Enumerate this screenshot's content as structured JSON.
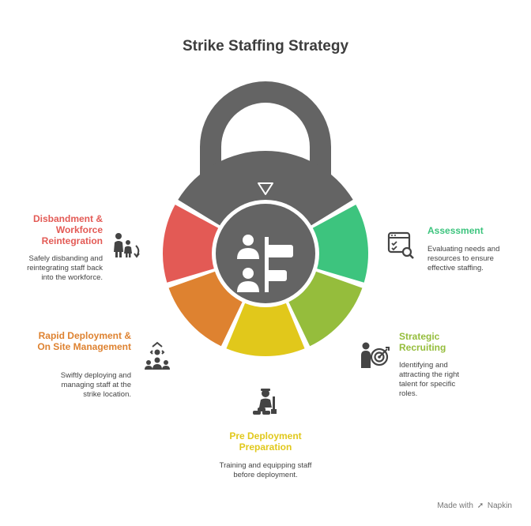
{
  "title": "Strike Staffing Strategy",
  "colors": {
    "lock": "#646464",
    "assessment": "#3dc47e",
    "recruiting": "#95bd3c",
    "preparation": "#e1c81b",
    "deployment": "#de8230",
    "disbandment": "#e35a55"
  },
  "sections": [
    {
      "key": "assessment",
      "title": "Assessment",
      "description": "Evaluating needs and resources to ensure effective staffing.",
      "icon": "checklist-search-icon"
    },
    {
      "key": "recruiting",
      "title": "Strategic Recruiting",
      "description": "Identifying and attracting the right talent for specific roles.",
      "icon": "person-target-icon"
    },
    {
      "key": "preparation",
      "title": "Pre Deployment Preparation",
      "description": "Training and equipping staff before deployment.",
      "icon": "equipment-training-icon"
    },
    {
      "key": "deployment",
      "title": "Rapid Deployment & On Site Management",
      "description": "Swiftly deploying and managing staff at the strike location.",
      "icon": "team-deploy-icon"
    },
    {
      "key": "disbandment",
      "title": "Disbandment & Workforce Reintegration",
      "description": "Safely disbanding and reintegrating staff back into the workforce.",
      "icon": "family-return-icon"
    }
  ],
  "footer": {
    "prefix": "Made with",
    "brand": "Napkin"
  }
}
